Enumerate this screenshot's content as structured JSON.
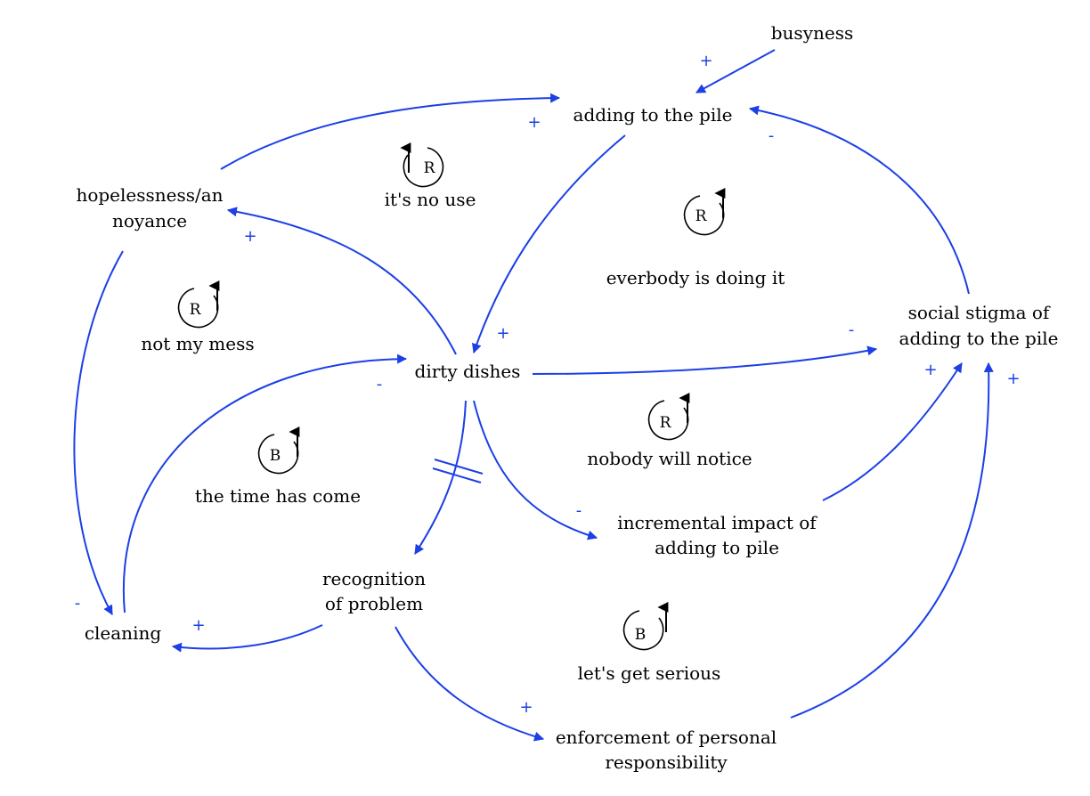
{
  "colors": {
    "link": "#1c3fe6",
    "text": "#000000",
    "background": "#ffffff"
  },
  "nodes": {
    "busyness": "busyness",
    "adding_to_pile": "adding to the pile",
    "hopelessness_line1": "hopelessness/an",
    "hopelessness_line2": "noyance",
    "social_stigma_line1": "social stigma of",
    "social_stigma_line2": "adding to the pile",
    "dirty_dishes": "dirty dishes",
    "incremental_line1": "incremental impact of",
    "incremental_line2": "adding to pile",
    "recognition_line1": "recognition",
    "recognition_line2": "of problem",
    "cleaning": "cleaning",
    "enforcement_line1": "enforcement of personal",
    "enforcement_line2": "responsibility"
  },
  "loops": {
    "its_no_use": {
      "type": "R",
      "name": "it's no use"
    },
    "everybody_doing_it": {
      "type": "R",
      "name": "everbody is doing it"
    },
    "not_my_mess": {
      "type": "R",
      "name": "not my mess"
    },
    "nobody_will_notice": {
      "type": "R",
      "name": "nobody will notice"
    },
    "time_has_come": {
      "type": "B",
      "name": "the time has come"
    },
    "lets_get_serious": {
      "type": "B",
      "name": "let's get serious"
    }
  },
  "polarities": {
    "busyness_to_pile": "+",
    "hopelessness_to_pile": "+",
    "stigma_to_pile": "-",
    "dirty_to_hopelessness": "+",
    "pile_to_dirty": "+",
    "dirty_to_stigma": "-",
    "cleaning_to_dirty": "-",
    "incremental_to_stigma": "+",
    "enforcement_to_stigma": "+",
    "dirty_to_incremental": "-",
    "hopelessness_to_cleaning": "-",
    "recognition_to_cleaning": "+",
    "recognition_to_enforcement": "+"
  },
  "delay_marker": "delay-mark"
}
